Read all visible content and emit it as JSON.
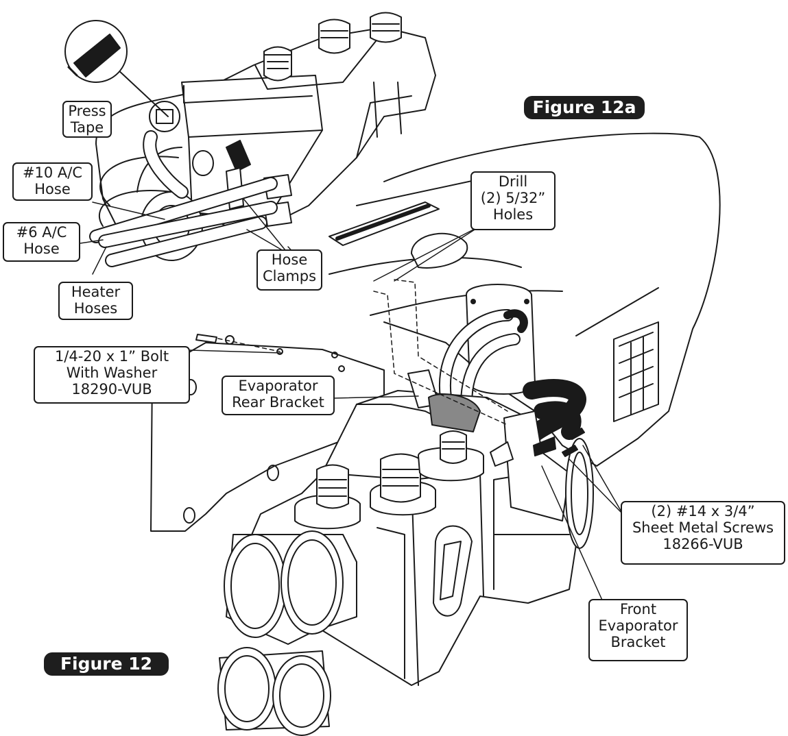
{
  "figures": {
    "main": "Figure 12",
    "inset": "Figure 12a"
  },
  "labels": {
    "press_tape": "Press\nTape",
    "ac_hose_10": "#10 A/C\nHose",
    "ac_hose_6": "#6 A/C\nHose",
    "heater_hoses": "Heater\nHoses",
    "hose_clamps": "Hose\nClamps",
    "drill_holes": "Drill\n(2) 5/32”\nHoles",
    "bolt": "1/4-20 x 1” Bolt\nWith Washer\n18290-VUB",
    "rear_bracket": "Evaporator\nRear Bracket",
    "screws": "(2) #14 x 3/4”\nSheet Metal Screws\n18266-VUB",
    "front_bracket": "Front\nEvaporator\nBracket"
  }
}
